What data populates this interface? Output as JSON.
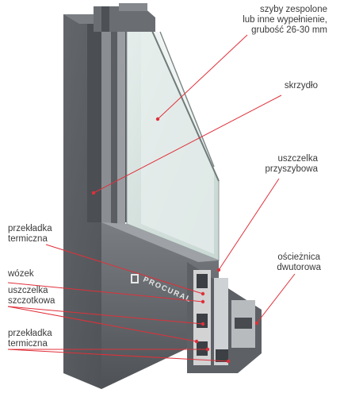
{
  "labels": {
    "glass": [
      "szyby zespolone",
      "lub inne wypełnienie,",
      "grubość 26-30 mm"
    ],
    "sash": [
      "skrzydło"
    ],
    "glazing_gasket": [
      "uszczelka",
      "przyszybowa"
    ],
    "thermal_break_top": [
      "przekładka",
      "termiczna"
    ],
    "frame": [
      "ościeżnica",
      "dwutorowa"
    ],
    "roller": [
      "wózek"
    ],
    "brush_seal": [
      "uszczelka",
      "szczotkowa"
    ],
    "thermal_break_bottom": [
      "przekładka",
      "termiczna"
    ]
  },
  "brand": "PROCURAL",
  "colors": {
    "profile_dark": "#55595d",
    "profile_mid": "#6d7175",
    "profile_light": "#8a8e92",
    "glass": "#dbe6e3",
    "leader_line": "#e0303a",
    "text": "#3a3a3a"
  }
}
